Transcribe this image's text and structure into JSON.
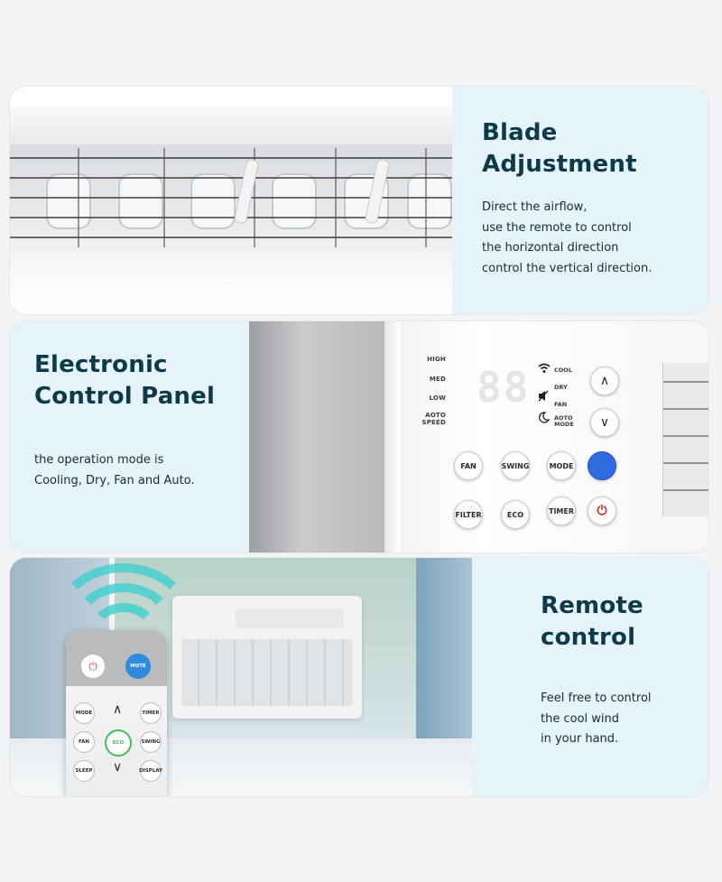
{
  "sections": [
    {
      "heading": [
        "Blade",
        "Adjustment"
      ],
      "body": [
        "Direct the airflow,",
        "use the remote to control",
        "the horizontal direction",
        "control the vertical direction."
      ]
    },
    {
      "heading": [
        "Electronic",
        "Control Panel"
      ],
      "body": [
        "the operation mode is",
        "Cooling, Dry, Fan and Auto."
      ]
    },
    {
      "heading": [
        "Remote",
        "control"
      ],
      "body": [
        "Feel free to control",
        "the cool wind",
        "in your hand."
      ]
    }
  ],
  "control_panel": {
    "fan_speeds": [
      "HIGH",
      "MED",
      "LOW",
      "AOTO SPEED"
    ],
    "display_digits": "88",
    "modes": [
      "COOL",
      "DRY",
      "FAN",
      "AOTO MODE"
    ],
    "buttons_row1": [
      "FAN",
      "SWING",
      "MODE"
    ],
    "buttons_row2": [
      "FILTER",
      "ECO",
      "TIMER"
    ],
    "arrow_up": "∧",
    "arrow_down": "∨",
    "power_symbol": "⏻",
    "icons": [
      "wifi-icon",
      "mute-icon",
      "sleep-icon",
      "power-icon"
    ]
  },
  "remote": {
    "power_symbol": "⏻",
    "mute": "MUTE",
    "mode": "MODE",
    "timer": "TIMER",
    "fan": "FAN",
    "eco": "ECO",
    "swing": "SWING",
    "sleep": "SLEEP",
    "display": "DISPLAY",
    "arrow_up": "∧",
    "arrow_down": "∨"
  },
  "colors": {
    "heading": "#0d3a4a",
    "text_panel": "#e7f3fb",
    "accent_blue": "#2f6be0",
    "eco_green": "#3fbf5a",
    "signal_teal": "#3fd0d0"
  }
}
